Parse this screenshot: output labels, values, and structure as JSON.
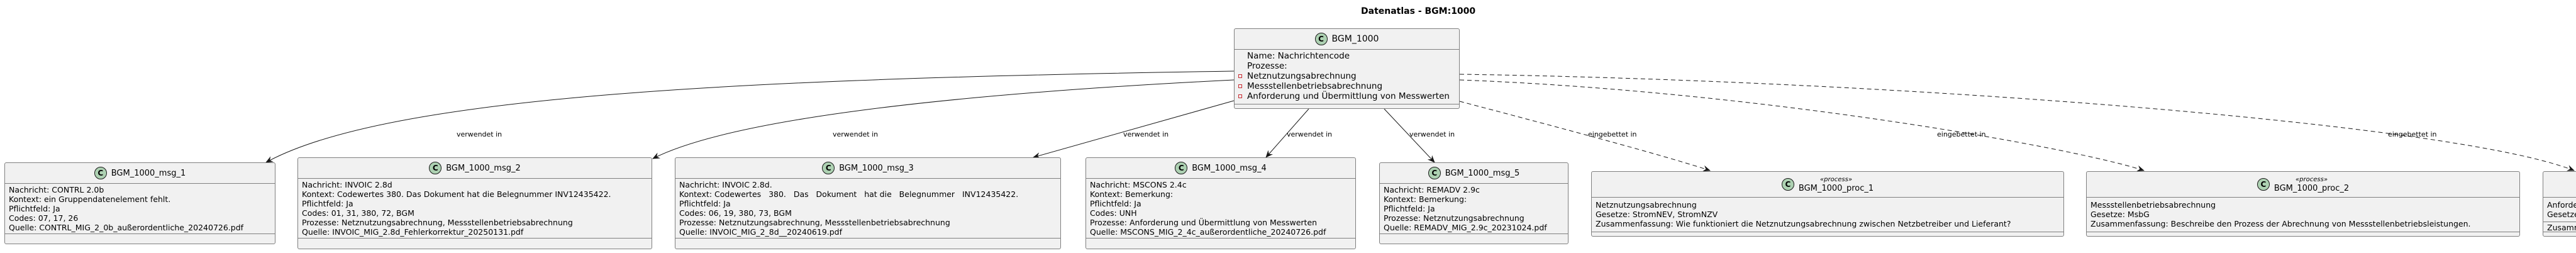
{
  "title": "Datenatlas - BGM:1000",
  "main": {
    "name": "BGM_1000",
    "icon": "C",
    "lines": [
      "Name: Nachrichtencode",
      "Prozesse:"
    ],
    "processes": [
      "Netznutzungsabrechnung",
      "Messstellenbetriebsabrechnung",
      "Anforderung und Übermittlung von Messwerten"
    ]
  },
  "messages": [
    {
      "name": "BGM_1000_msg_1",
      "lines": [
        "Nachricht: CONTRL 2.0b",
        "Kontext: ein Gruppendatenelement fehlt.",
        "Pflichtfeld: Ja",
        "Codes: 07, 17, 26",
        "Quelle: CONTRL_MIG_2_0b_außerordentliche_20240726.pdf"
      ]
    },
    {
      "name": "BGM_1000_msg_2",
      "lines": [
        "Nachricht: INVOIC 2.8d",
        "Kontext: Codewertes 380. Das Dokument hat die Belegnummer INV12435422.",
        "Pflichtfeld: Ja",
        "Codes: 01, 31, 380, 72, BGM",
        "Prozesse: Netznutzungsabrechnung, Messstellenbetriebsabrechnung",
        "Quelle: INVOIC_MIG_2.8d_Fehlerkorrektur_20250131.pdf"
      ]
    },
    {
      "name": "BGM_1000_msg_3",
      "lines": [
        "Nachricht: INVOIC 2.8d.",
        "Kontext: Codewertes   380.   Das   Dokument   hat die   Belegnummer   INV12435422.",
        "Pflichtfeld: Ja",
        "Codes: 06, 19, 380, 73, BGM",
        "Prozesse: Netznutzungsabrechnung, Messstellenbetriebsabrechnung",
        "Quelle: INVOIC_MIG_2_8d__20240619.pdf"
      ]
    },
    {
      "name": "BGM_1000_msg_4",
      "lines": [
        "Nachricht: MSCONS 2.4c",
        "Kontext: Bemerkung:",
        "Pflichtfeld: Ja",
        "Codes: UNH",
        "Prozesse: Anforderung und Übermittlung von Messwerten",
        "Quelle: MSCONS_MIG_2_4c_außerordentliche_20240726.pdf"
      ]
    },
    {
      "name": "BGM_1000_msg_5",
      "lines": [
        "Nachricht: REMADV 2.9c",
        "Kontext: Bemerkung:",
        "Pflichtfeld: Ja",
        "Prozesse: Netznutzungsabrechnung",
        "Quelle: REMADV_MIG_2.9c_20231024.pdf"
      ]
    }
  ],
  "processes": [
    {
      "stereotype": "«process»",
      "name": "BGM_1000_proc_1",
      "lines": [
        "Netznutzungsabrechnung",
        "Gesetze: StromNEV, StromNZV",
        "Zusammenfassung: Wie funktioniert die Netznutzungsabrechnung zwischen Netzbetreiber und Lieferant?"
      ]
    },
    {
      "stereotype": "«process»",
      "name": "BGM_1000_proc_2",
      "lines": [
        "Messstellenbetriebsabrechnung",
        "Gesetze: MsbG",
        "Zusammenfassung: Beschreibe den Prozess der Abrechnung von Messstellenbetriebsleistungen."
      ]
    },
    {
      "lines": [
        "Anforderung und Übermittlung von Messwerten",
        "Gesetze:",
        "Zusammenfassung:"
      ]
    }
  ],
  "edges": {
    "used_label": "verwendet in",
    "embedded_label": "eingebettet in"
  },
  "colors": {
    "class_icon": "#ADD1B2",
    "box_fill": "#F1F1F1",
    "bullet": "#C82930"
  }
}
